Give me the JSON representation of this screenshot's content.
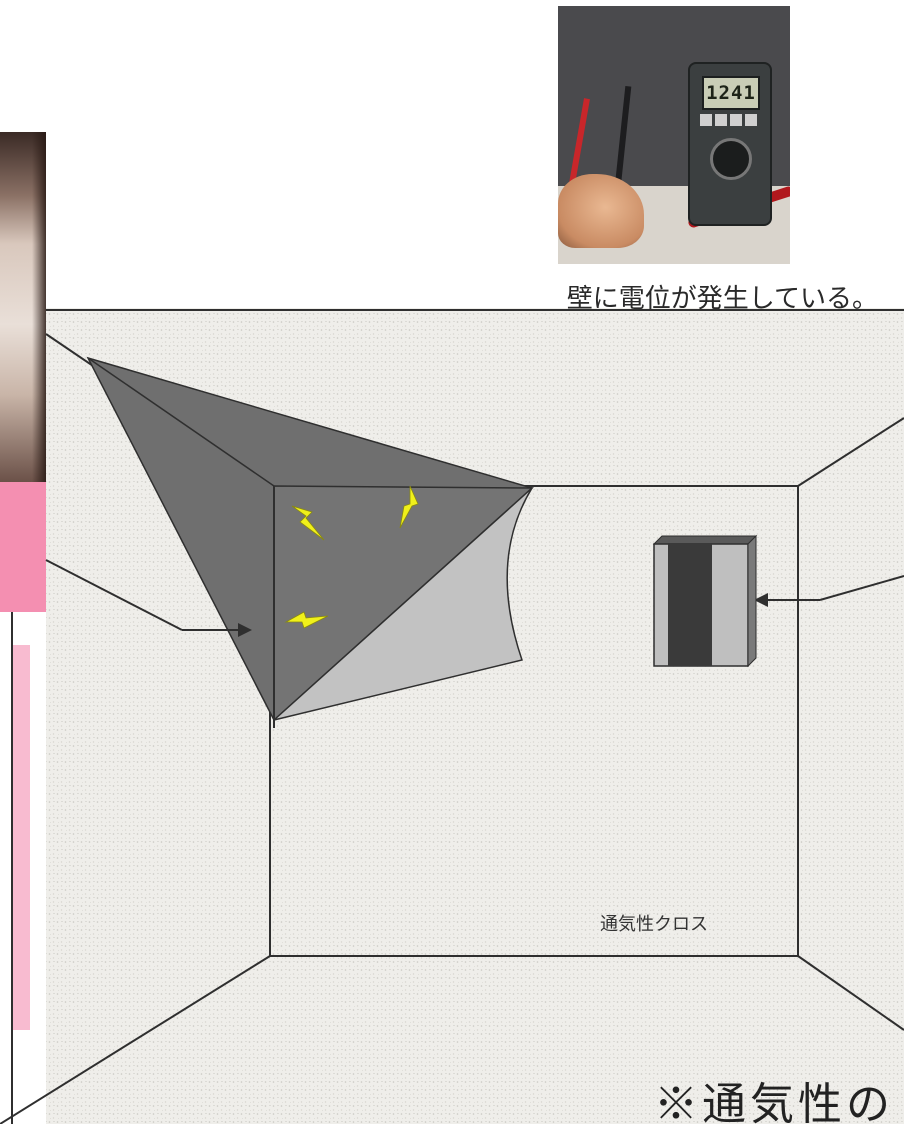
{
  "figure": {
    "top_caption": "壁に電位が発生している。",
    "meter_reading": "1241",
    "cloth_label": "通気性クロス",
    "bottom_note": "※通気性の"
  },
  "colors": {
    "wall": "#efeeea",
    "line": "#2f2f2f",
    "membrane_dark": "#6f6f6f",
    "membrane_mid": "#7c7c7c",
    "membrane_light": "#c2c2c2",
    "spark": "#f0f01a",
    "panel_dark": "#3a3a3a",
    "panel_light": "#bfbfbf",
    "accent_pink": "#f48fb1"
  },
  "icons": [
    "lightning-icon",
    "arrow-icon"
  ]
}
